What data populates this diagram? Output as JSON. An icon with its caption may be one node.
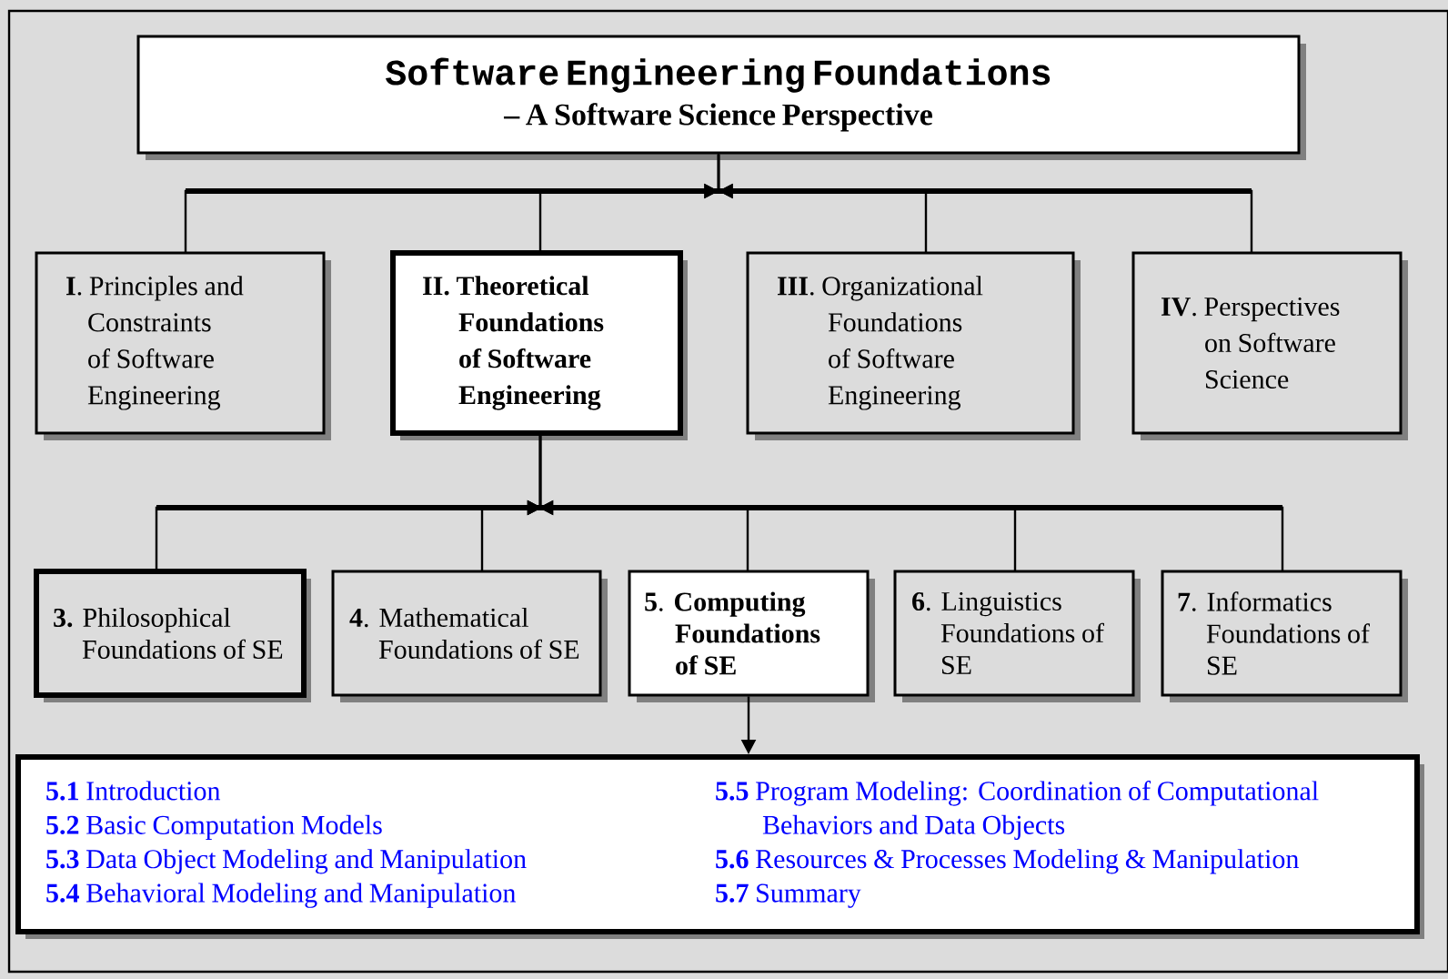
{
  "diagram": {
    "nodes": [
      {
        "text": [
          "Software Engineering Foundations",
          "– A Software Science Perspective"
        ]
      },
      {
        "text": [
          "**I**. Principles and Constraints of Software Engineering"
        ]
      },
      {
        "text": [
          "II. Theoretical Foundations of Software Engineering"
        ]
      },
      {
        "text": [
          "**III**. Organizational Foundations of Software Engineering"
        ]
      },
      {
        "text": [
          "**IV**. Perspectives on Software Science"
        ]
      },
      {
        "text": [
          "**3.** Philosophical Foundations of SE"
        ]
      },
      {
        "text": [
          "**4**. Mathematical Foundations of SE"
        ]
      },
      {
        "text": [
          "**5**. **Computing Foundations of SE**"
        ]
      },
      {
        "text": [
          "**6**. Linguistics Foundations of SE"
        ]
      },
      {
        "text": [
          "**7**. Informatics Foundations of SE"
        ]
      },
      {
        "text": [
          "**5.1** Introduction",
          "**5.2** Basic Computation Models",
          "**5.3** Data Object Modeling and Manipulation",
          "**5.4** Behavioral Modeling and Manipulation",
          "**5.5** Program Modeling: Coordination of Computational Behaviors and Data Objects",
          "**5.6** Resources & Processes Modeling & Manipulation",
          "**5.7** Summary"
        ]
      }
    ],
    "edges": [
      {
        "from": 0,
        "to": 1,
        "arrow": "to"
      },
      {
        "from": 0,
        "to": 2,
        "arrow": "to"
      },
      {
        "from": 0,
        "to": 3,
        "arrow": "to"
      },
      {
        "from": 0,
        "to": 4,
        "arrow": "to"
      },
      {
        "from": 2,
        "to": 5,
        "arrow": "to"
      },
      {
        "from": 2,
        "to": 6,
        "arrow": "to"
      },
      {
        "from": 2,
        "to": 7,
        "arrow": "to"
      },
      {
        "from": 2,
        "to": 8,
        "arrow": "to"
      },
      {
        "from": 2,
        "to": 9,
        "arrow": "to"
      },
      {
        "from": 7,
        "to": 10,
        "arrow": "to"
      }
    ]
  }
}
